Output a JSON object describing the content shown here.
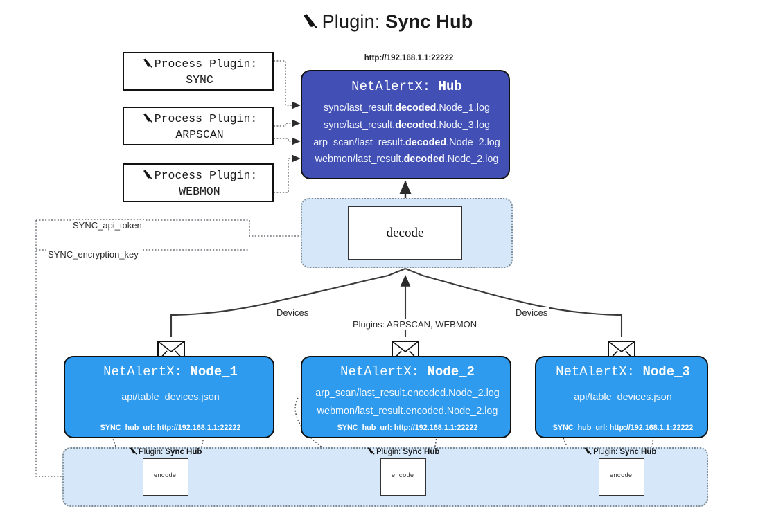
{
  "title": {
    "prefix": "Plugin:",
    "name": "Sync Hub",
    "icon": "plug-icon"
  },
  "hub": {
    "url": "http://192.168.1.1:22222",
    "title_prefix": "NetAlertX:",
    "title_name": "Hub",
    "lines": [
      {
        "pre": "sync/last_result.",
        "em": "decoded",
        "post": ".Node_1.log"
      },
      {
        "pre": "sync/last_result.",
        "em": "decoded",
        "post": ".Node_3.log"
      },
      {
        "pre": "arp_scan/last_result.",
        "em": "decoded",
        "post": ".Node_2.log"
      },
      {
        "pre": "webmon/last_result.",
        "em": "decoded",
        "post": ".Node_2.log"
      }
    ]
  },
  "process_plugins": [
    {
      "id": "sync",
      "label": "Process Plugin:",
      "name": "SYNC"
    },
    {
      "id": "arpscan",
      "label": "Process Plugin:",
      "name": "ARPSCAN"
    },
    {
      "id": "webmon",
      "label": "Process Plugin:",
      "name": "WEBMON"
    }
  ],
  "decode": {
    "label": "decode"
  },
  "edge_labels": {
    "api_token": "SYNC_api_token",
    "encryption_key": "SYNC_encryption_key",
    "devices_left": "Devices",
    "devices_right": "Devices",
    "plugins_mid": "Plugins: ARPSCAN, WEBMON"
  },
  "nodes": [
    {
      "id": "node1",
      "title_prefix": "NetAlertX:",
      "title_name": "Node_1",
      "lines": [
        "api/table_devices.json"
      ],
      "url_label": "SYNC_hub_url:",
      "url": "http://192.168.1.1:22222"
    },
    {
      "id": "node2",
      "title_prefix": "NetAlertX:",
      "title_name": "Node_2",
      "lines": [
        "arp_scan/last_result.encoded.Node_2.log",
        "webmon/last_result.encoded.Node_2.log"
      ],
      "url_label": "SYNC_hub_url:",
      "url": "http://192.168.1.1:22222"
    },
    {
      "id": "node3",
      "title_prefix": "NetAlertX:",
      "title_name": "Node_3",
      "lines": [
        "api/table_devices.json"
      ],
      "url_label": "SYNC_hub_url:",
      "url": "http://192.168.1.1:22222"
    }
  ],
  "plugin_pool": [
    {
      "id": "p1",
      "caption_prefix": "Plugin:",
      "caption_name": "Sync Hub",
      "box_label": "encode"
    },
    {
      "id": "p2",
      "caption_prefix": "Plugin:",
      "caption_name": "Sync Hub",
      "box_label": "encode"
    },
    {
      "id": "p3",
      "caption_prefix": "Plugin:",
      "caption_name": "Sync Hub",
      "box_label": "encode"
    }
  ],
  "colors": {
    "hub_fill": "#4250b5",
    "node_fill": "#2f9bee",
    "pool_fill": "#d5e7f8",
    "stroke": "#111111",
    "dotted": "#7f8c93"
  }
}
